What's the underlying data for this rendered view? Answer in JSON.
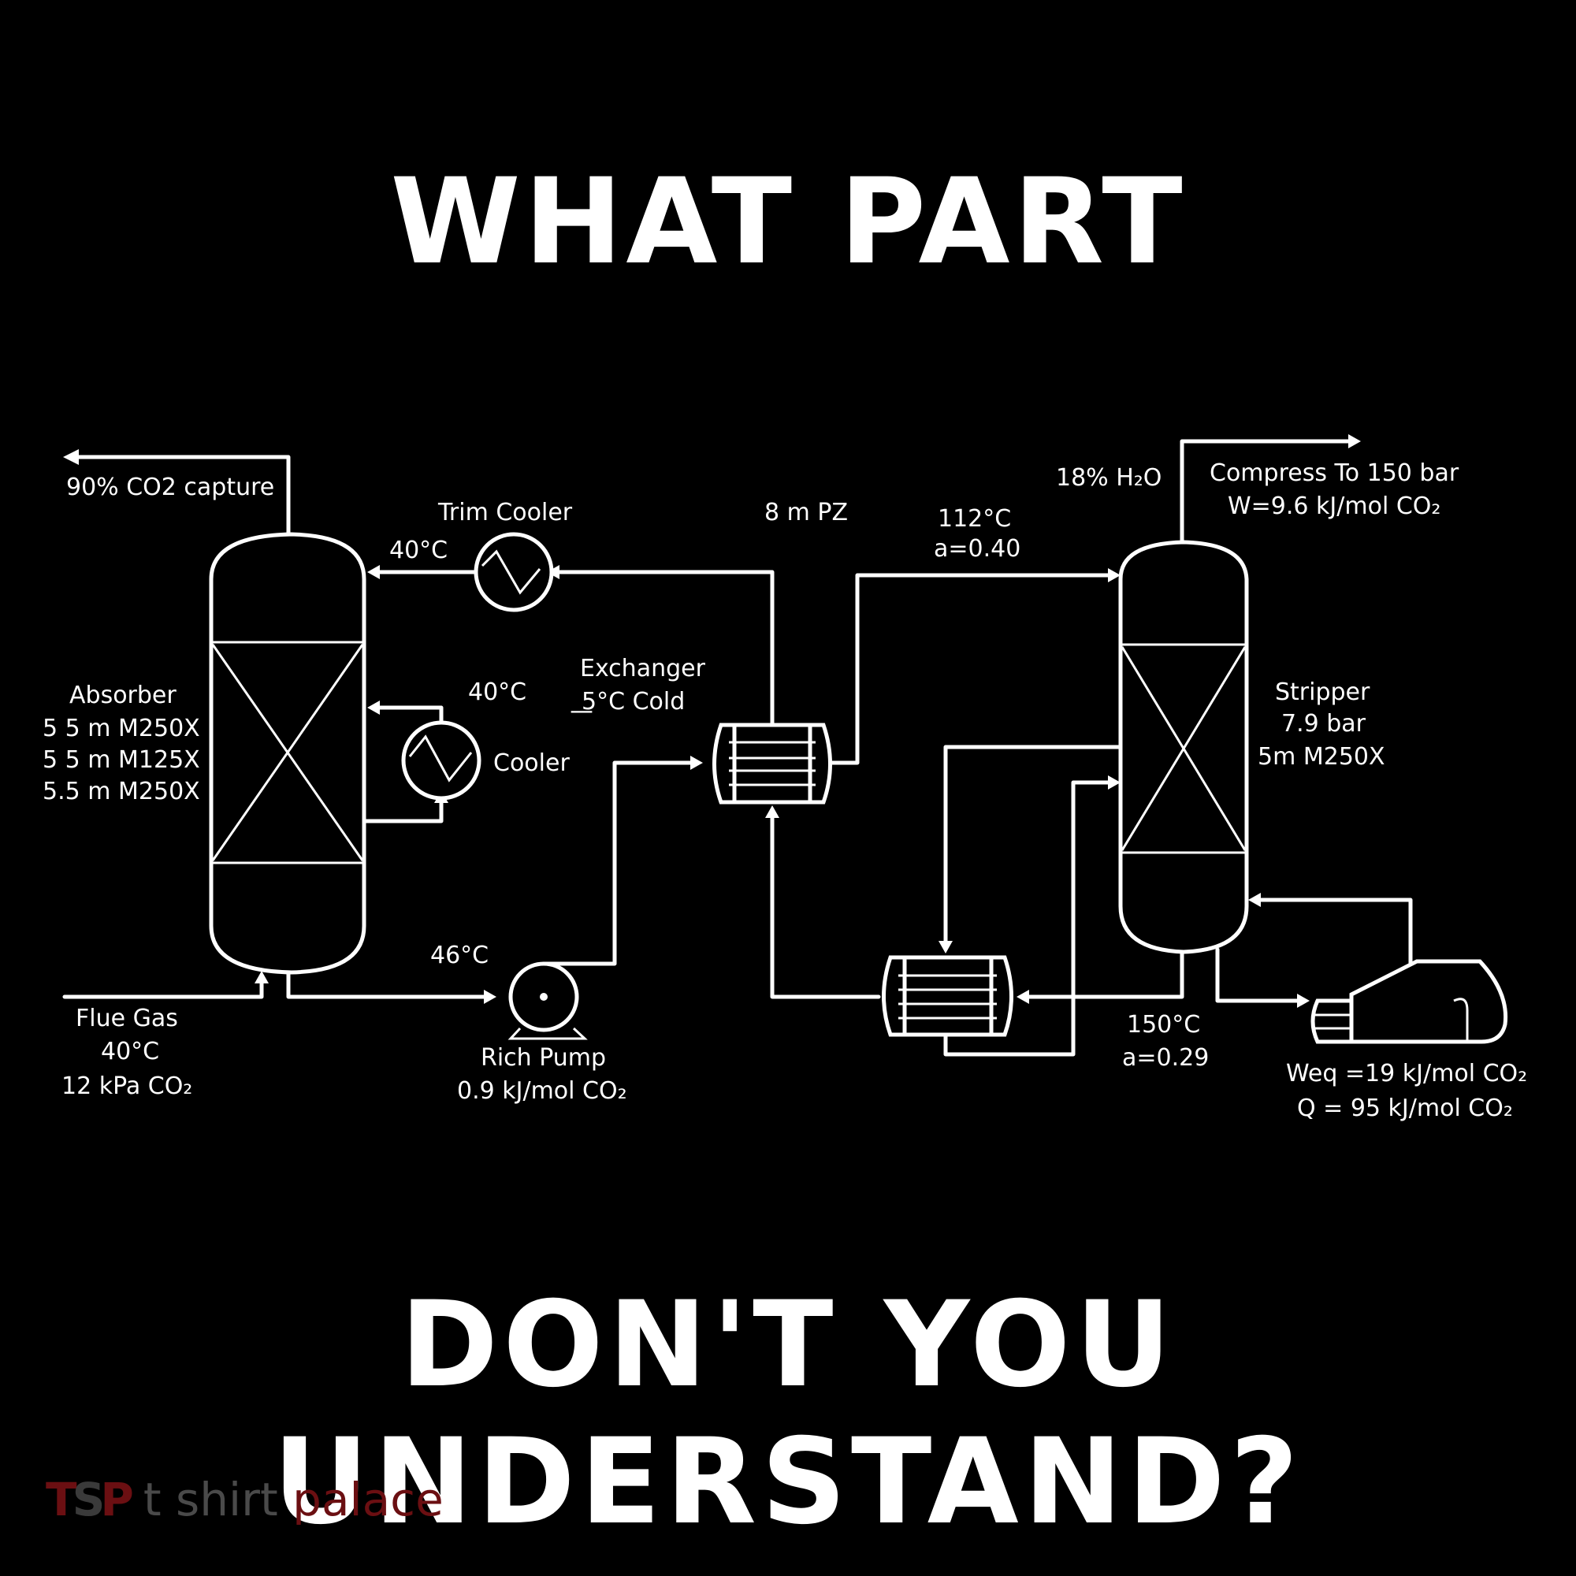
{
  "headline": {
    "top": "WHAT PART",
    "bottom": "DON'T YOU UNDERSTAND?"
  },
  "labels": {
    "capture": "90% CO2 capture",
    "trim_cooler": "Trim Cooler",
    "temp_trim": "40°C",
    "pz": "8 m PZ",
    "rich_top_temp": "112°C",
    "rich_top_a": "a=0.40",
    "water": "18% H₂O",
    "compress_1": "Compress To 150 bar",
    "compress_2": "W=9.6 kJ/mol CO₂",
    "absorber_1": "Absorber",
    "absorber_2": "5 5 m M250X",
    "absorber_3": "5 5 m M125X",
    "absorber_4": "5.5 m M250X",
    "cooler_temp": "40°C",
    "cooler": "Cooler",
    "exchanger_1": "Exchanger",
    "exchanger_2": "͟5°C Cold",
    "stripper_1": "Stripper",
    "stripper_2": "7.9 bar",
    "stripper_3": "5m M250X",
    "pump_temp": "46°C",
    "flue_1": "Flue Gas",
    "flue_2": "40°C",
    "flue_3": "12 kPa CO₂",
    "pump_1": "Rich Pump",
    "pump_2": "0.9 kJ/mol CO₂",
    "lean_temp": "150°C",
    "lean_a": "a=0.29",
    "reboiler_1": "Weq =19 kJ/mol CO₂",
    "reboiler_2": "Q = 95 kJ/mol CO₂"
  },
  "brand": {
    "mark_t": "T",
    "mark_s": "S",
    "mark_p": "P",
    "text_a": "t shirt",
    "text_b": "palace"
  },
  "colors": {
    "background": "#000000",
    "foreground": "#ffffff",
    "brand_red": "#6b0f12",
    "brand_gray": "#4a4a4a"
  }
}
